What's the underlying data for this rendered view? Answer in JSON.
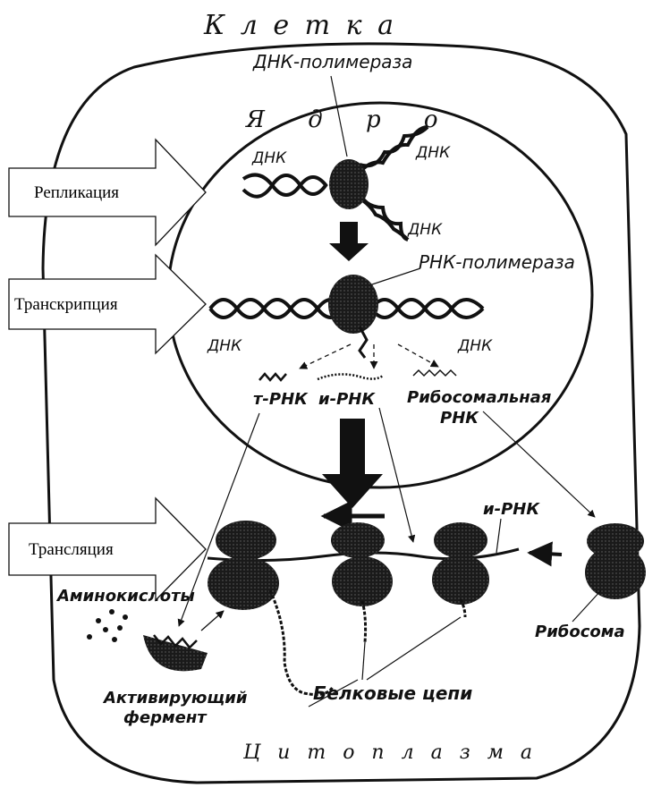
{
  "cell": {
    "title": "К л е т к а",
    "nucleus": "Я д р о",
    "cytoplasm": "Ц и т о п л а з м а"
  },
  "stages": {
    "replication": "Репликация",
    "transcription": "Транскрипция",
    "translation": "Трансляция"
  },
  "labels": {
    "dna_polymerase": "ДНК-полимераза",
    "dna": "ДНК",
    "rna_polymerase": "РНК-полимераза",
    "t_rna": "т-РНК",
    "i_rna": "и-РНК",
    "ribosomal_rna_1": "Рибосомальная",
    "ribosomal_rna_2": "РНК",
    "i_rna_cyto": "и-РНК",
    "amino_acids": "Аминокислоты",
    "activating_enzyme_1": "Активирующий",
    "activating_enzyme_2": "фермент",
    "protein_chains": "Белковые цепи",
    "ribosome": "Рибосома"
  }
}
